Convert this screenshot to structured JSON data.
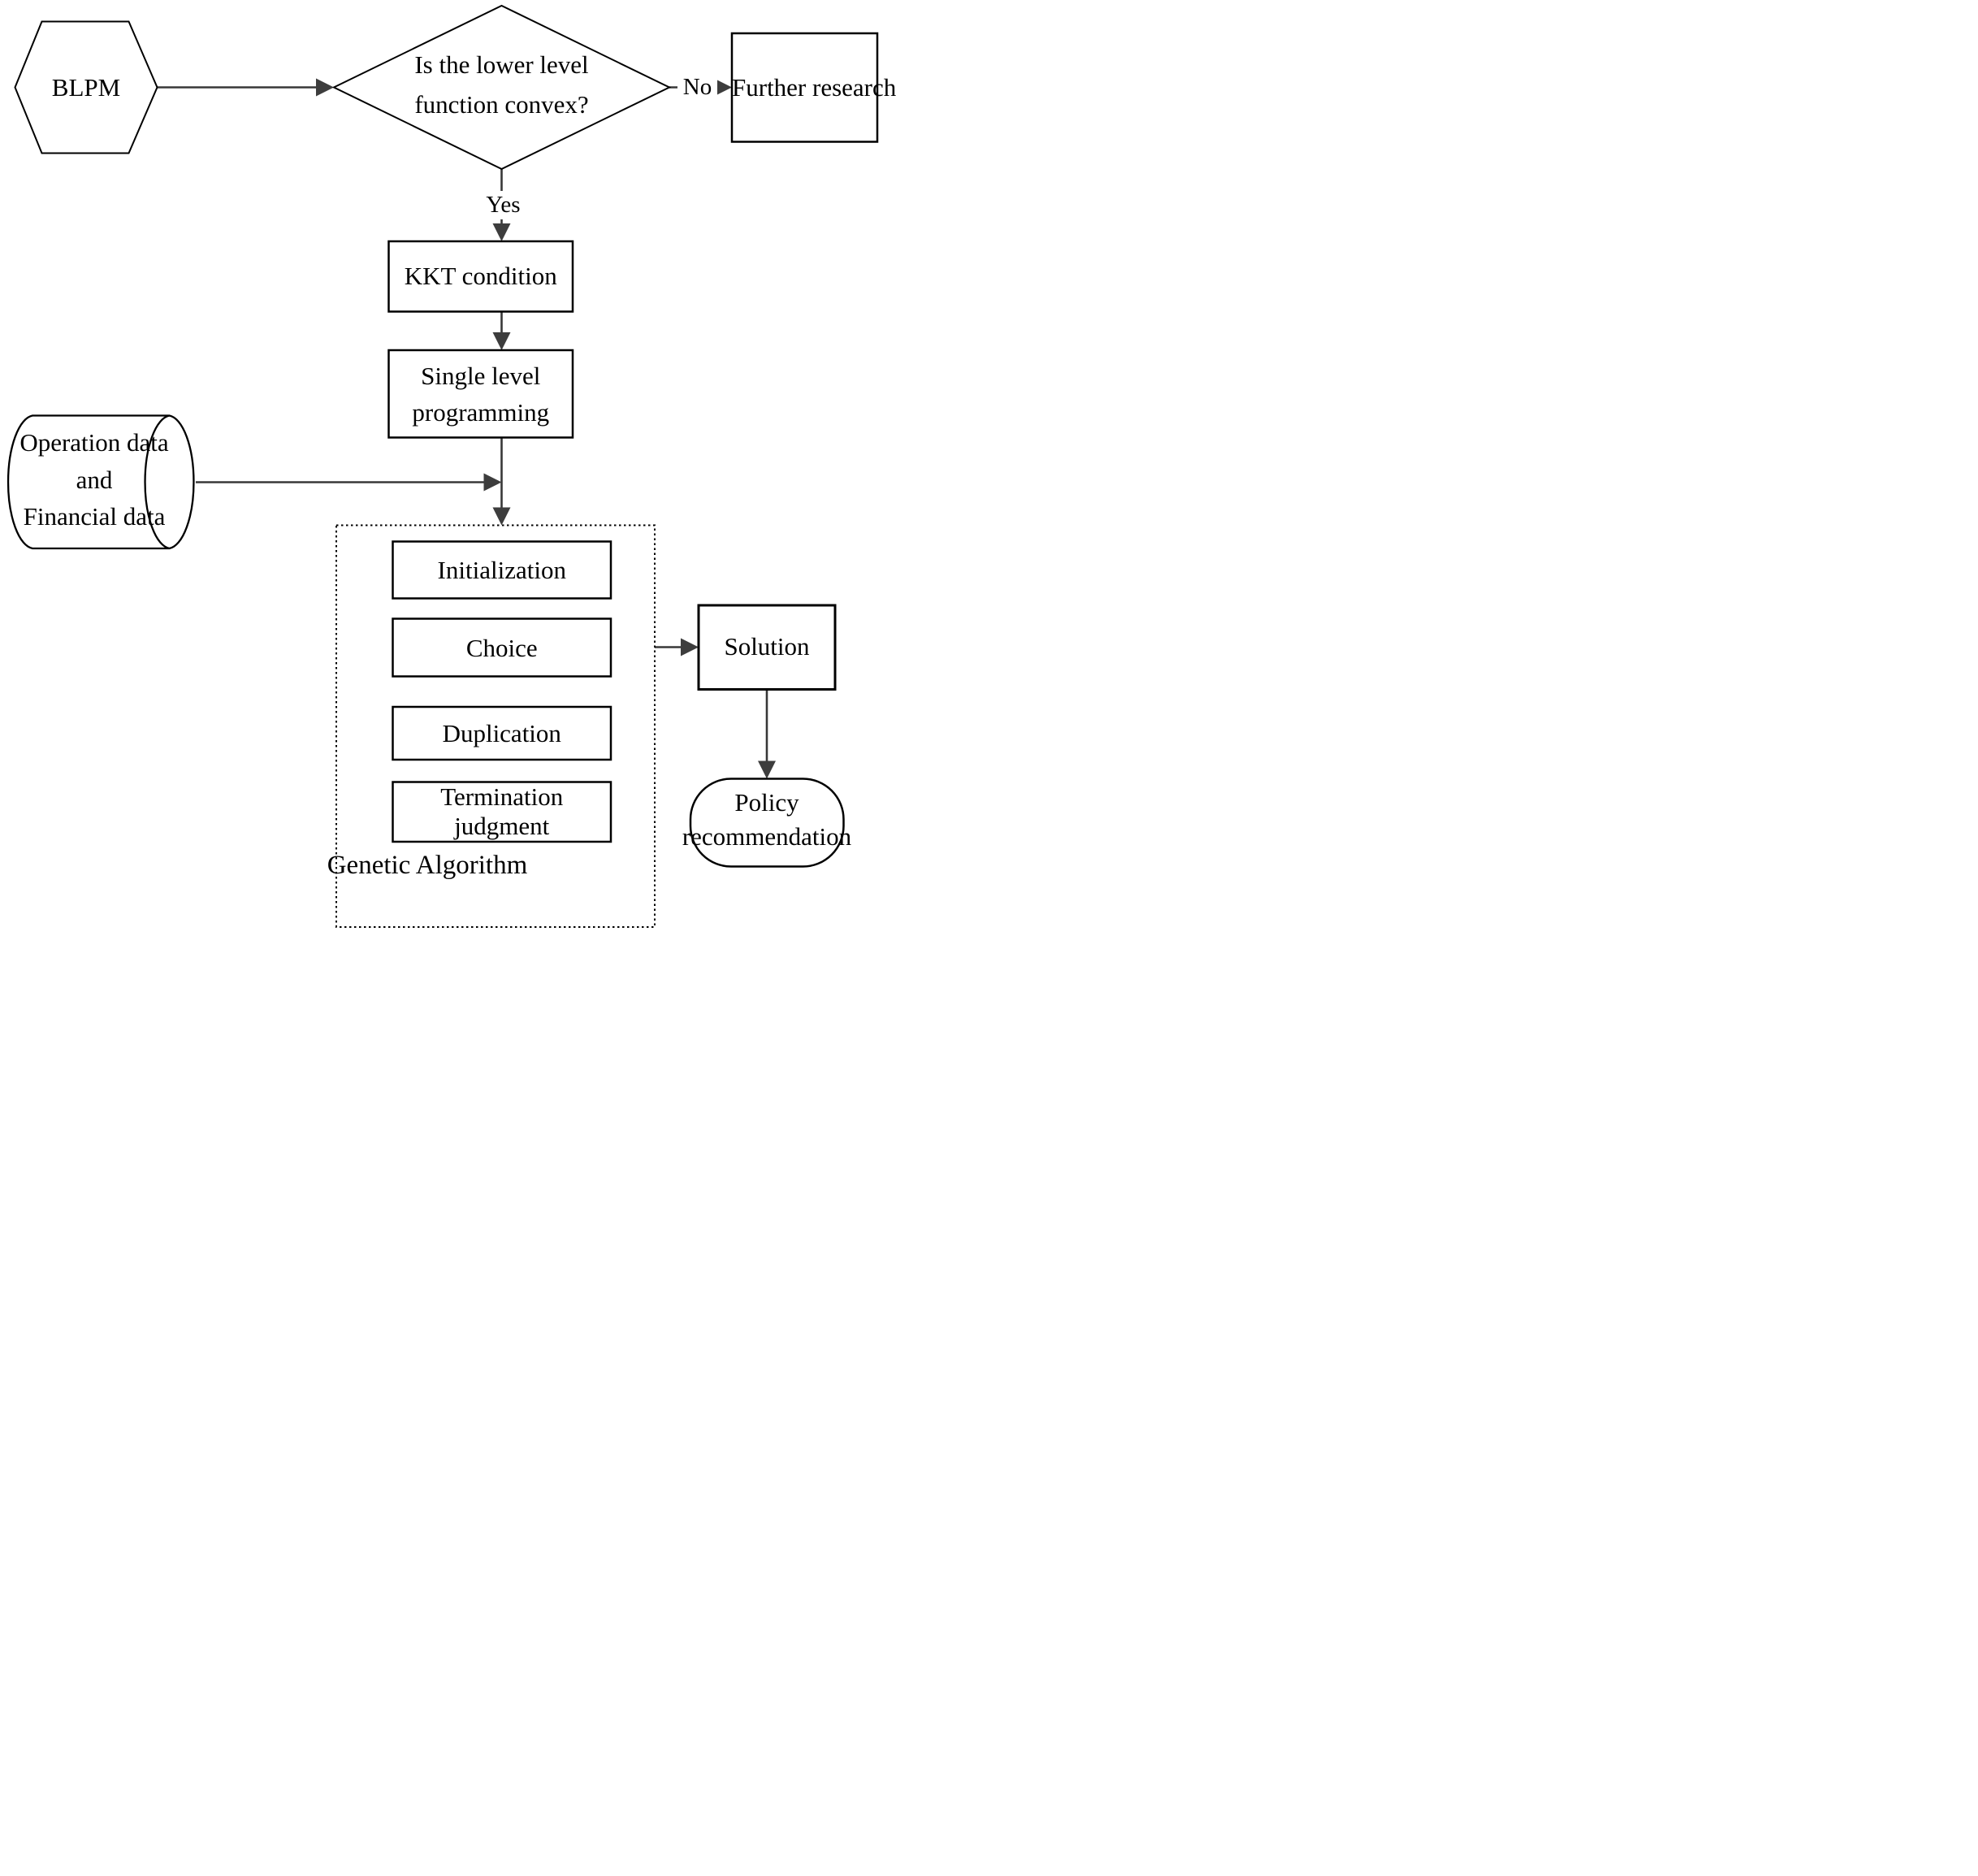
{
  "diagram": {
    "type": "flowchart",
    "nodes": {
      "blpm": {
        "label": "BLPM"
      },
      "decision": {
        "lines": [
          "Is the lower level",
          "function convex?"
        ]
      },
      "further_research": {
        "label": "Further research"
      },
      "kkt": {
        "label": "KKT condition"
      },
      "single_level": {
        "lines": [
          "Single level",
          "programming"
        ]
      },
      "datastore": {
        "lines": [
          "Operation data",
          "and",
          "Financial data"
        ]
      },
      "initialization": {
        "label": "Initialization"
      },
      "choice": {
        "label": "Choice"
      },
      "duplication": {
        "label": "Duplication"
      },
      "termination": {
        "lines": [
          "Termination",
          "judgment"
        ]
      },
      "genetic_algorithm": {
        "label": "Genetic Algorithm"
      },
      "solution": {
        "label": "Solution"
      },
      "policy": {
        "lines": [
          "Policy",
          "recommendation"
        ]
      }
    },
    "edges": {
      "no_label": "No",
      "yes_label": "Yes"
    },
    "colors": {
      "background": "#ffffff",
      "shape_border": "#000000",
      "connector_line": "#383838",
      "arrowhead": "#3d3d3d",
      "text": "#000000"
    }
  }
}
